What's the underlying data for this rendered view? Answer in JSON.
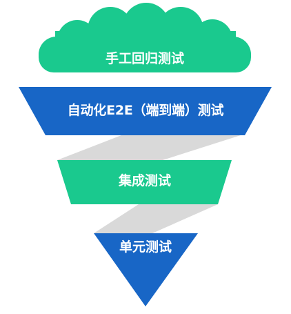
{
  "diagram": {
    "levels": [
      {
        "label": "手工回归测试",
        "shape": "cloud",
        "color": "#1ac98e"
      },
      {
        "label": "自动化E2E（端到端）测试",
        "shape": "inverted-trapezoid",
        "color": "#1866c6"
      },
      {
        "label": "集成测试",
        "shape": "inverted-trapezoid",
        "color": "#1ac98e"
      },
      {
        "label": "单元测试",
        "shape": "inverted-triangle",
        "color": "#1866c6"
      }
    ],
    "connector_color": "#d9d9d9"
  }
}
